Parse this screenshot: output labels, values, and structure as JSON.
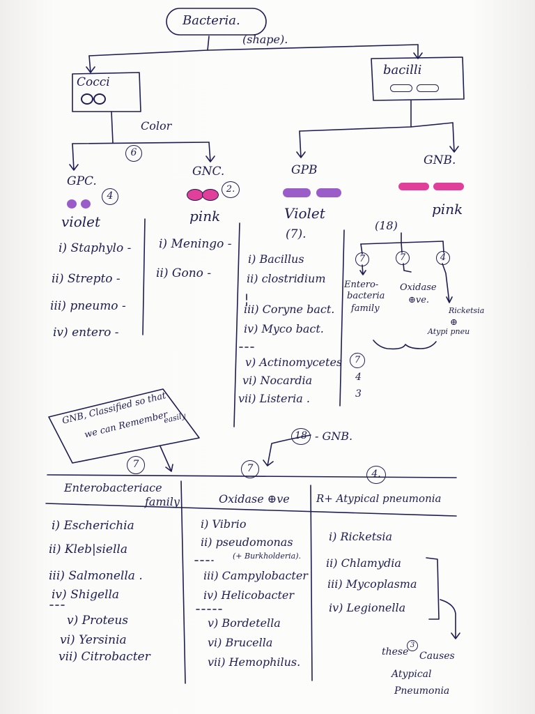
{
  "root": {
    "label": "Bacteria.",
    "criterion": "(shape)."
  },
  "cocci": {
    "label": "Cocci",
    "criterion": "Color",
    "count": "6",
    "gpc": {
      "label": "GPC.",
      "count": "4",
      "color_name": "violet",
      "items": [
        "i) Staphylo -",
        "ii) Strepto -",
        "iii) pneumo -",
        "iv) entero -"
      ]
    },
    "gnc": {
      "label": "GNC.",
      "count": "2.",
      "color_name": "pink",
      "items": [
        "i) Meningo -",
        "ii) Gono -"
      ]
    }
  },
  "bacilli": {
    "label": "bacilli",
    "gpb": {
      "label": "GPB",
      "count": "(7).",
      "color_name": "Violet",
      "items": [
        "i) Bacillus",
        "ii) clostridium",
        "iii) Coryne bact.",
        "iv) Myco bact.",
        "v) Actinomycetes",
        "vi) Nocardia",
        "vii) Listeria ."
      ],
      "side_counts": [
        "7",
        "4",
        "3"
      ]
    },
    "gnb": {
      "label": "GNB.",
      "color_name": "pink",
      "count": "(18)",
      "groups": [
        {
          "count": "7",
          "label_1": "Entero-",
          "label_2": "bacteria",
          "label_3": "family"
        },
        {
          "count": "7",
          "label_1": "Oxidase",
          "label_2": "⊕ve.",
          "label_3": ""
        },
        {
          "count": "4",
          "label_1": "Ricketsia",
          "label_2": "⊕",
          "label_3": "Atypi pneu"
        }
      ]
    }
  },
  "note": {
    "line_1": "GNB, Classified so that",
    "line_2": "we can Remember",
    "line_3": "easily"
  },
  "gnb_pointer": {
    "count": "18",
    "label": "- GNB."
  },
  "table": {
    "columns": [
      {
        "count": "7",
        "header_1": "Enterobacteriace",
        "header_2": "family",
        "items": [
          "i) Escherichia",
          "ii) Kleb|siella",
          "iii) Salmonella .",
          "iv) Shigella",
          "v) Proteus",
          "vi) Yersinia",
          "vii) Citrobacter"
        ]
      },
      {
        "count": "7",
        "header_1": "Oxidase ⊕ve",
        "header_2": "",
        "items": [
          "i) Vibrio",
          "ii) pseudomonas",
          "(+ Burkholderia).",
          "iii) Campylobacter",
          "iv) Helicobacter",
          "v) Bordetella",
          "vi) Brucella",
          "vii) Hemophilus."
        ]
      },
      {
        "count": "4.",
        "header_1": "R+ Atypical pneumonia",
        "header_2": "",
        "items": [
          "i) Ricketsia",
          "ii) Chlamydia",
          "iii) Mycoplasma",
          "iv) Legionella"
        ]
      }
    ],
    "footnote": {
      "line_1": "these",
      "count": "3",
      "line_2": "Causes",
      "line_3": "Atypical",
      "line_4": "Pneumonia"
    }
  },
  "colors": {
    "ink": "#1d1d52",
    "violet_stain": "#9a5cc8",
    "pink_stain": "#e0409a"
  }
}
